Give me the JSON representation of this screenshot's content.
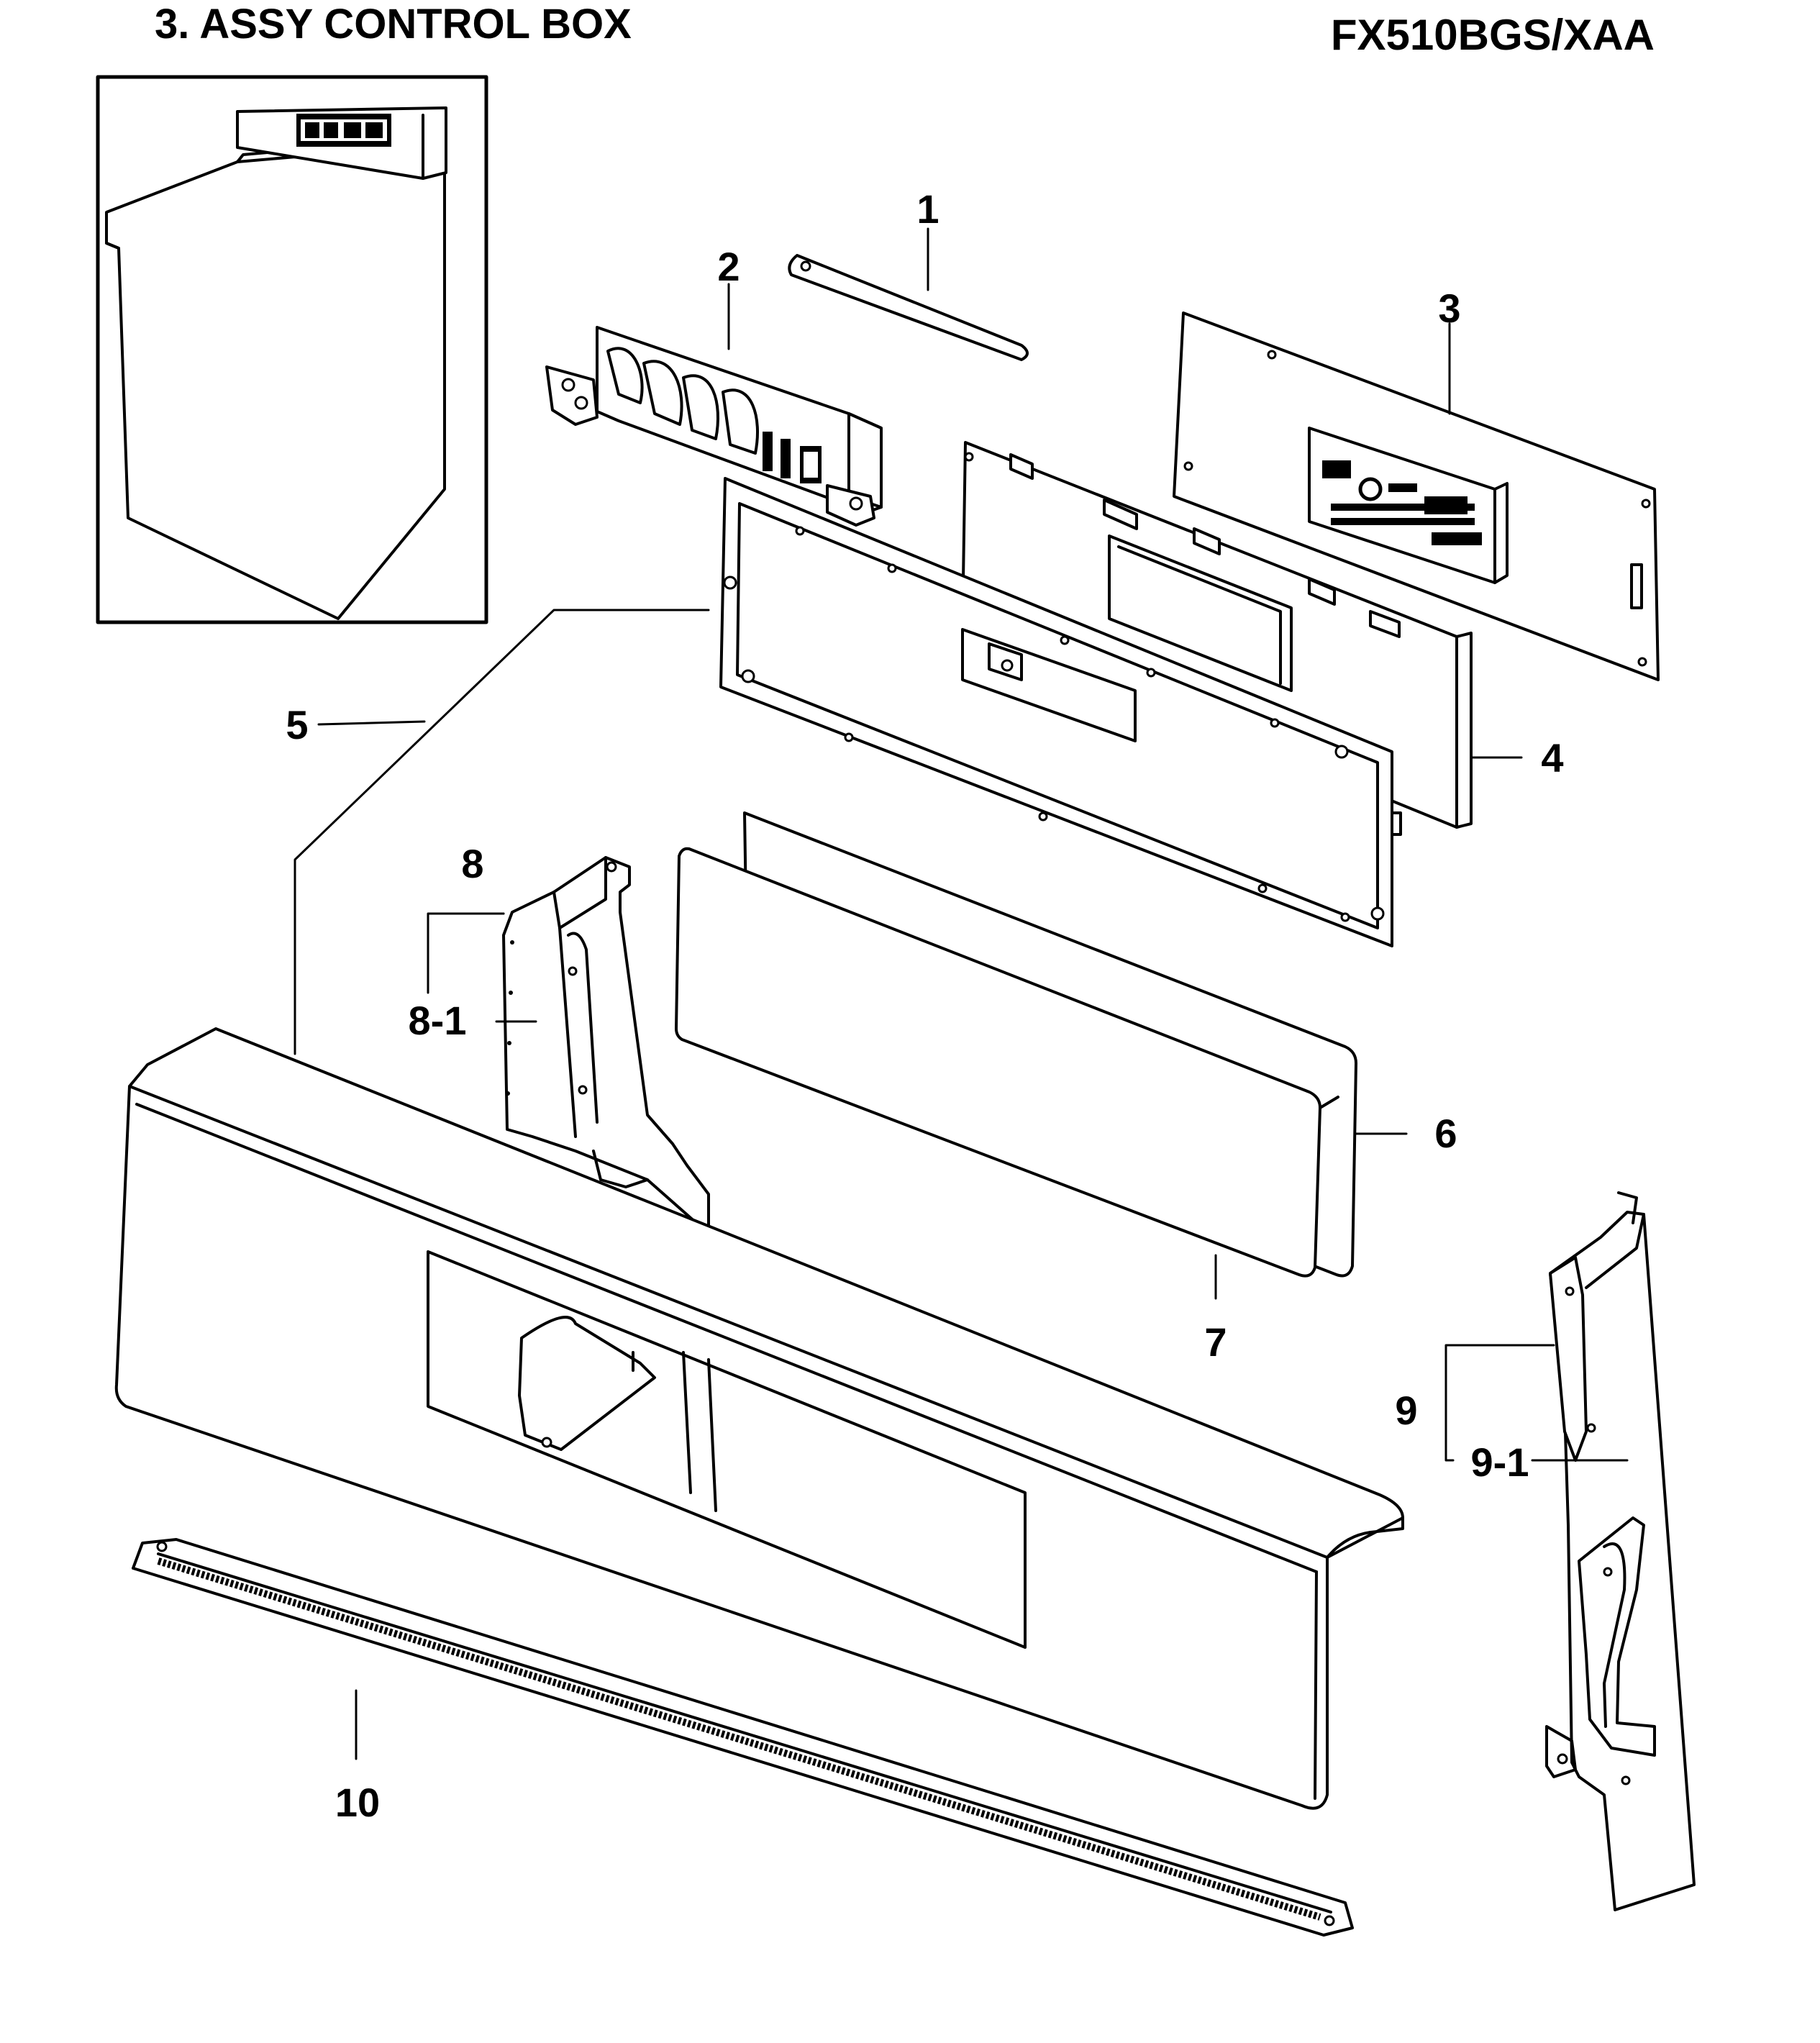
{
  "header": {
    "title": "3. ASSY CONTROL BOX",
    "model": "FX510BGS/XAA"
  },
  "callouts": {
    "c1": "1",
    "c2": "2",
    "c3": "3",
    "c4": "4",
    "c5": "5",
    "c6": "6",
    "c7": "7",
    "c8": "8",
    "c8_1": "8-1",
    "c9": "9",
    "c9_1": "9-1",
    "c10": "10"
  }
}
